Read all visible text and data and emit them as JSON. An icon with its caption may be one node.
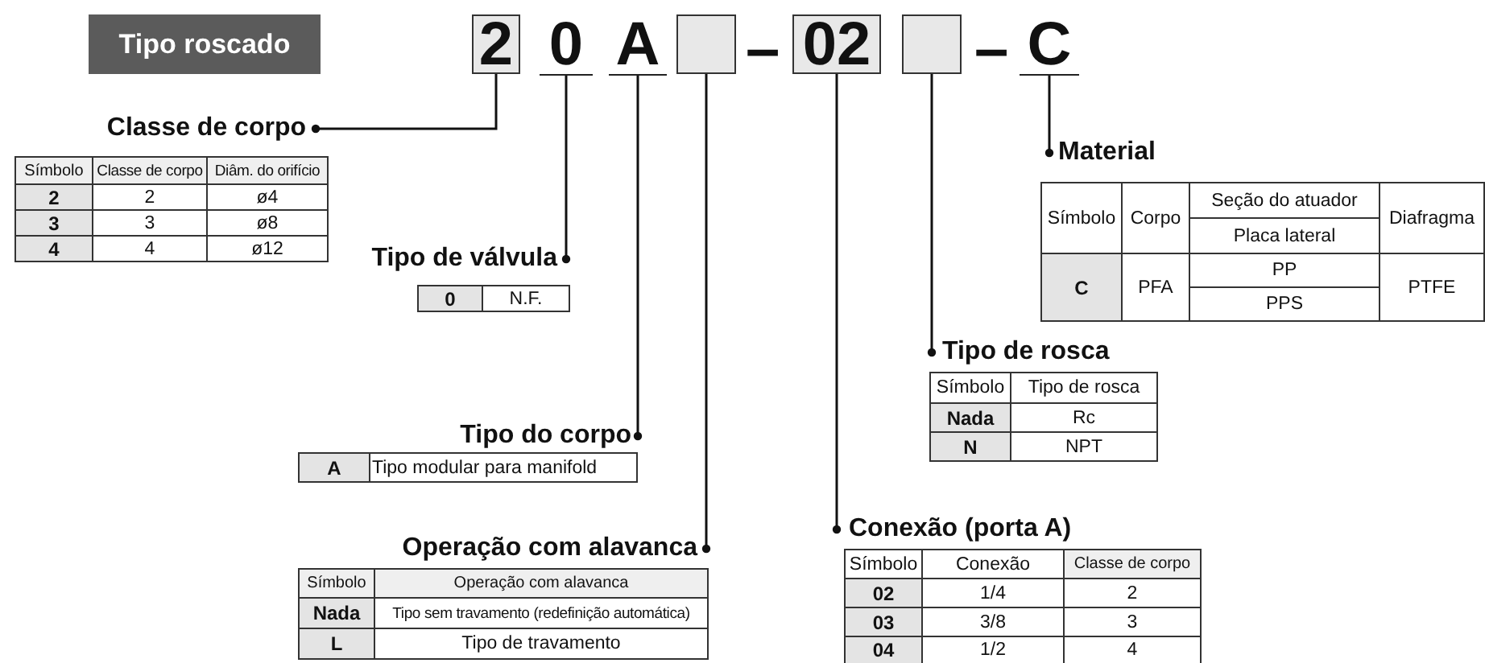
{
  "diagram": {
    "nodes": [
      {
        "text": [
          "Tipo roscado"
        ]
      },
      {
        "text": [
          "2"
        ]
      },
      {
        "text": [
          "0"
        ]
      },
      {
        "text": [
          "A"
        ]
      },
      {
        "text": [],
        "shape": "box"
      },
      {
        "text": [
          "02"
        ]
      },
      {
        "text": [],
        "shape": "box"
      },
      {
        "text": [
          "C"
        ]
      },
      {
        "text": [
          "Classe de corpo"
        ]
      },
      {
        "text": [
          "Tipo de válvula"
        ]
      },
      {
        "text": [
          "Tipo do corpo"
        ]
      },
      {
        "text": [
          "Operação com alavanca"
        ]
      },
      {
        "text": [
          "Conexão (porta A)"
        ]
      },
      {
        "text": [
          "Tipo de rosca"
        ]
      },
      {
        "text": [
          "Material"
        ]
      }
    ],
    "edges": [
      {
        "from": 1,
        "to": 8,
        "arrow": "other"
      },
      {
        "from": 2,
        "to": 9,
        "arrow": "other"
      },
      {
        "from": 3,
        "to": 10,
        "arrow": "other"
      },
      {
        "from": 4,
        "to": 11,
        "arrow": "other"
      },
      {
        "from": 5,
        "to": 12,
        "arrow": "other"
      },
      {
        "from": 6,
        "to": 13,
        "arrow": "other"
      },
      {
        "from": 7,
        "to": 14,
        "arrow": "other"
      }
    ],
    "labels": [
      "–",
      "–",
      "Símbolo",
      "Classe de corpo",
      "Diâm. do orifício",
      "2",
      "2",
      "ø4",
      "3",
      "3",
      "ø8",
      "4",
      "4",
      "ø12",
      "0",
      "N.F.",
      "A",
      "Tipo modular para manifold",
      "Símbolo",
      "Operação com alavanca",
      "Nada",
      "Tipo sem travamento (redefinição automática)",
      "L",
      "Tipo de travamento",
      "Símbolo",
      "Conexão",
      "Classe de corpo",
      "02",
      "1/4",
      "2",
      "03",
      "3/8",
      "3",
      "04",
      "1/2",
      "4",
      "Símbolo",
      "Tipo de rosca",
      "Nada",
      "Rc",
      "N",
      "NPT",
      "Símbolo",
      "Corpo",
      "Seção do atuador",
      "Diafragma",
      "Placa lateral",
      "C",
      "PFA",
      "PP",
      "PTFE",
      "PPS"
    ]
  }
}
